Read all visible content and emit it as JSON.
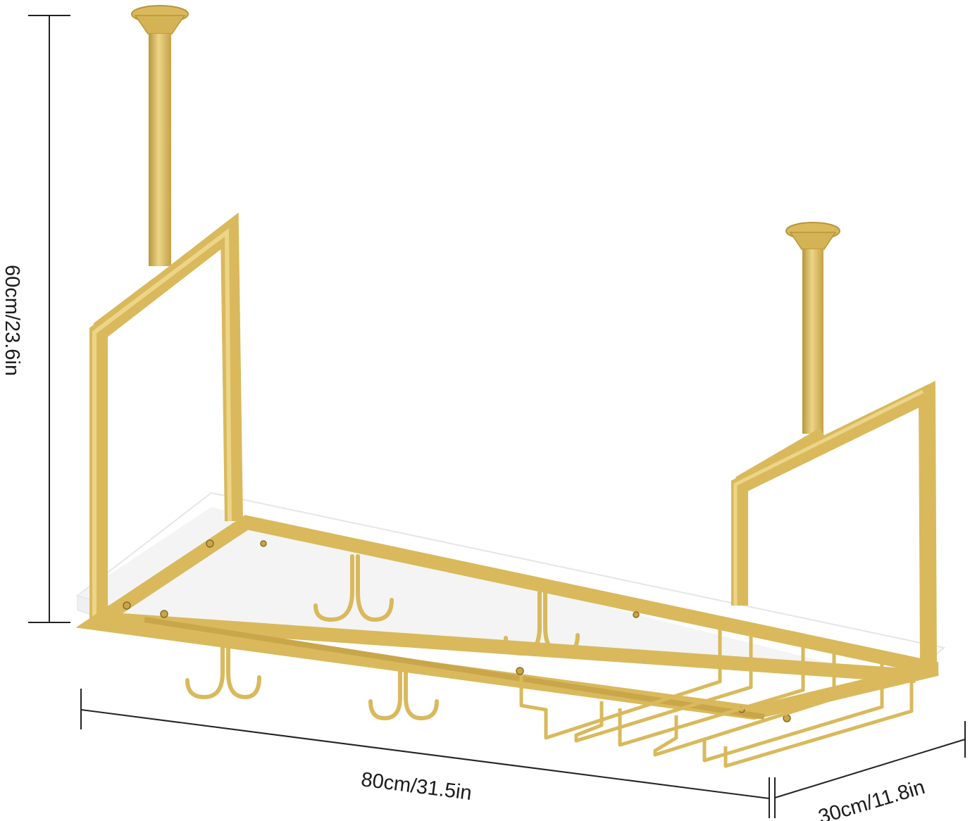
{
  "dimensions": {
    "height_label": "60cm/23.6in",
    "width_label": "80cm/31.5in",
    "depth_label": "30cm/11.8in"
  },
  "colors": {
    "gold": "#d9b95c",
    "gold_dark": "#b8963a",
    "gold_light": "#ecd588",
    "shelf": "#ffffff",
    "shelf_edge": "#e6e6e6",
    "dim_line": "#222222"
  },
  "product": {
    "icon": "hanging-wine-rack-illustration"
  }
}
